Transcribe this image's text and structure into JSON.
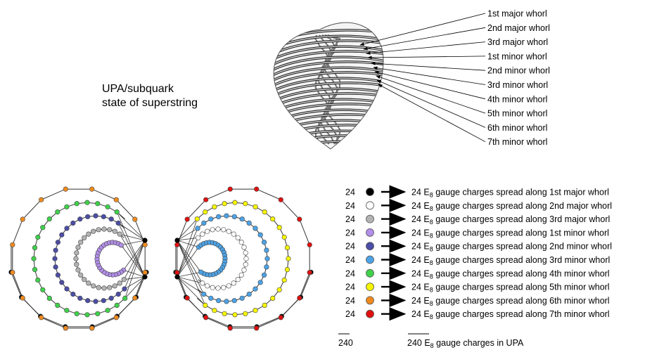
{
  "caption": {
    "line1": "UPA/subquark",
    "line2": "state of superstring"
  },
  "whorls": [
    "1st major whorl",
    "2nd major whorl",
    "3rd major whorl",
    "1st minor whorl",
    "2nd minor whorl",
    "3rd minor whorl",
    "4th minor whorl",
    "5th minor whorl",
    "6th minor whorl",
    "7th minor whorl"
  ],
  "legend": {
    "rows": [
      {
        "count": "24",
        "color": "#000000",
        "prefix": "24 E",
        "subscript": "8",
        "suffix": " gauge charges spread along 1st major whorl"
      },
      {
        "count": "24",
        "color": "#ffffff",
        "prefix": "24 E",
        "subscript": "8",
        "suffix": " gauge charges spread along 2nd major whorl"
      },
      {
        "count": "24",
        "color": "#b3b3b3",
        "prefix": "24 E",
        "subscript": "8",
        "suffix": " gauge charges spread along 3rd major whorl"
      },
      {
        "count": "24",
        "color": "#b28ee8",
        "prefix": "24 E",
        "subscript": "8",
        "suffix": " gauge charges spread along 1st minor whorl"
      },
      {
        "count": "24",
        "color": "#4b4da6",
        "prefix": "24 E",
        "subscript": "8",
        "suffix": " gauge charges spread along 2nd minor whorl"
      },
      {
        "count": "24",
        "color": "#4da3e6",
        "prefix": "24 E",
        "subscript": "8",
        "suffix": " gauge charges spread along 3rd minor whorl"
      },
      {
        "count": "24",
        "color": "#3fd14a",
        "prefix": "24 E",
        "subscript": "8",
        "suffix": " gauge charges spread along 4th minor whorl"
      },
      {
        "count": "24",
        "color": "#f5f500",
        "prefix": "24 E",
        "subscript": "8",
        "suffix": " gauge charges spread along 5th minor whorl"
      },
      {
        "count": "24",
        "color": "#f08a1e",
        "prefix": "24 E",
        "subscript": "8",
        "suffix": " gauge charges spread along 6th minor whorl"
      },
      {
        "count": "24",
        "color": "#e01010",
        "prefix": "24 E",
        "subscript": "8",
        "suffix": " gauge charges spread along 7th minor whorl"
      }
    ],
    "total_count": "240",
    "total_prefix": "240 E",
    "total_subscript": "8",
    "total_suffix": " gauge charges in UPA"
  },
  "polytope": {
    "left_rings": [
      {
        "color": "#000000",
        "count": 8
      },
      {
        "color": "#f08a1e",
        "count": 16
      },
      {
        "color": "#3fd14a",
        "count": 24
      },
      {
        "color": "#4b4da6",
        "count": 24
      },
      {
        "color": "#b3b3b3",
        "count": 24
      },
      {
        "color": "#b28ee8",
        "count": 24
      }
    ],
    "right_rings": [
      {
        "color": "#000000",
        "count": 8
      },
      {
        "color": "#e01010",
        "count": 16
      },
      {
        "color": "#f5f500",
        "count": 24
      },
      {
        "color": "#4da3e6",
        "count": 24
      },
      {
        "color": "#ffffff",
        "count": 24
      },
      {
        "color": "#4da3e6",
        "count": 24
      }
    ]
  }
}
